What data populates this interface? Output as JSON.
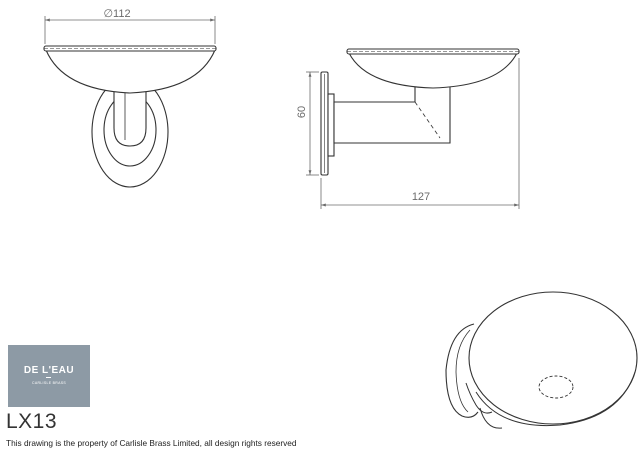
{
  "drawing": {
    "dimensions": {
      "diameter": "∅112",
      "height": "60",
      "depth": "127"
    },
    "line_color": "#333333",
    "dimension_color": "#6b6b6b"
  },
  "logo": {
    "main": "DE L'EAU",
    "sub": "CARLISLE BRASS",
    "background": "#8d9aa5"
  },
  "product_code": "LX13",
  "rights_notice": "This drawing is the property of Carlisle Brass Limited, all design rights reserved"
}
